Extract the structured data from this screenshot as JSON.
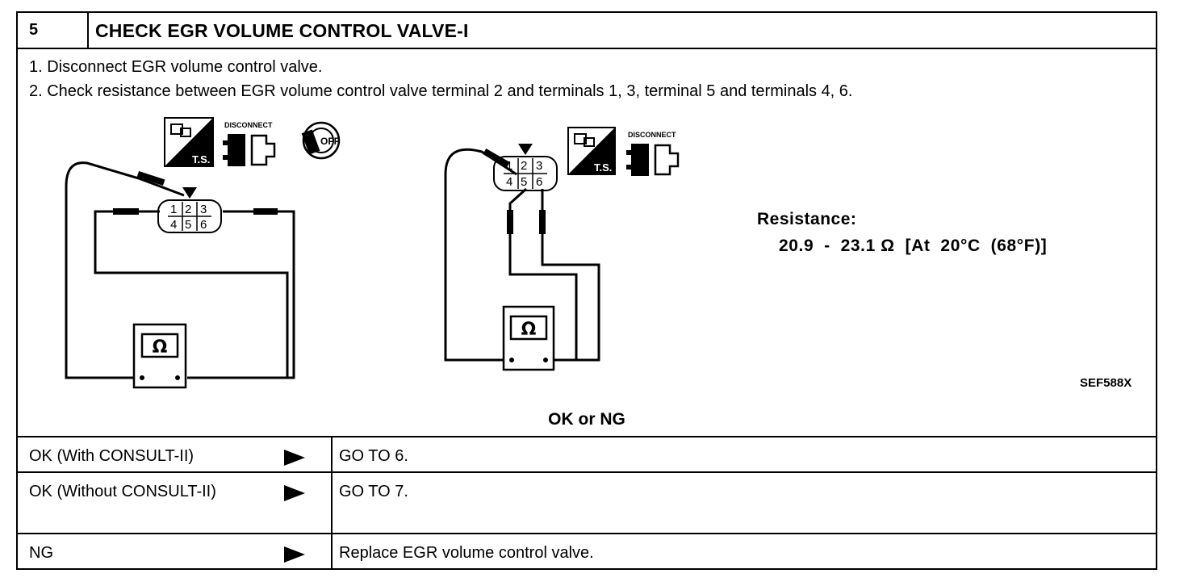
{
  "header": {
    "step_number": "5",
    "title": "CHECK EGR VOLUME CONTROL VALVE-I"
  },
  "steps": [
    "1.  Disconnect EGR volume control valve.",
    "2.  Check resistance between EGR volume control valve terminal 2 and terminals 1, 3, terminal 5 and terminals 4, 6."
  ],
  "diagram": {
    "icon_text_ts": "T.S.",
    "icon_text_disconnect": "DISCONNECT",
    "icon_text_off": "OFF",
    "connector_pins_top": [
      "1",
      "2",
      "3"
    ],
    "connector_pins_bottom": [
      "4",
      "5",
      "6"
    ],
    "meter_symbol": "Ω",
    "resistance_label": "Resistance:",
    "resistance_value": "20.9  -  23.1 Ω  [At  20°C  (68°F)]",
    "figure_code": "SEF588X"
  },
  "ok_ng_label": "OK or NG",
  "results": [
    {
      "condition": "OK (With CONSULT-II)",
      "action": "GO TO 6."
    },
    {
      "condition": "OK (Without CONSULT-II)",
      "action": "GO TO 7."
    },
    {
      "condition": "NG",
      "action": "Replace EGR volume control valve."
    }
  ]
}
